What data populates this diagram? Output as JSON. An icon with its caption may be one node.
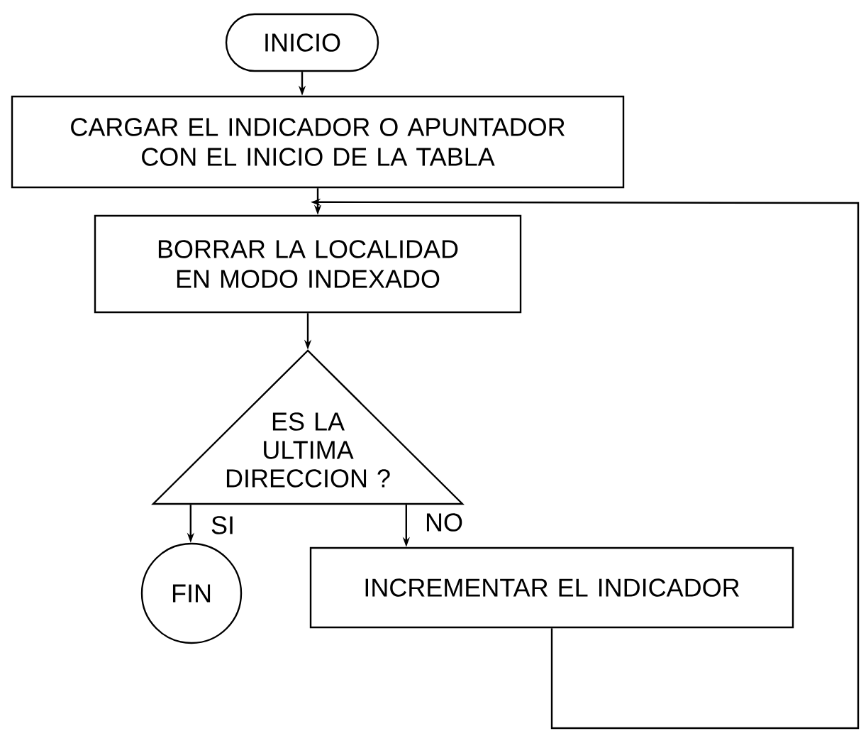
{
  "diagram": {
    "nodes": [
      {
        "text": [
          "INICIO"
        ]
      },
      {
        "text": [
          "CARGAR EL INDICADOR O APUNTADOR CON EL INICIO DE LA TABLA"
        ]
      },
      {
        "text": [
          "BORRAR LA LOCALIDAD EN MODO INDEXADO"
        ]
      },
      {
        "text": [
          "ES LA ULTIMA DIRECCION ?"
        ]
      },
      {
        "text": [
          "FIN"
        ]
      },
      {
        "text": [
          "INCREMENTAR EL INDICADOR"
        ]
      }
    ],
    "edges": [
      {
        "from": 0,
        "to": 1,
        "arrow": "to"
      },
      {
        "from": 1,
        "to": 2,
        "arrow": "to"
      },
      {
        "from": 2,
        "to": 3,
        "arrow": "to"
      },
      {
        "from": 3,
        "to": 4,
        "arrow": "to",
        "label": "SI"
      },
      {
        "from": 3,
        "to": 5,
        "arrow": "to",
        "label": "NO"
      },
      {
        "from": 5,
        "to": 2,
        "arrow": "to"
      }
    ]
  }
}
